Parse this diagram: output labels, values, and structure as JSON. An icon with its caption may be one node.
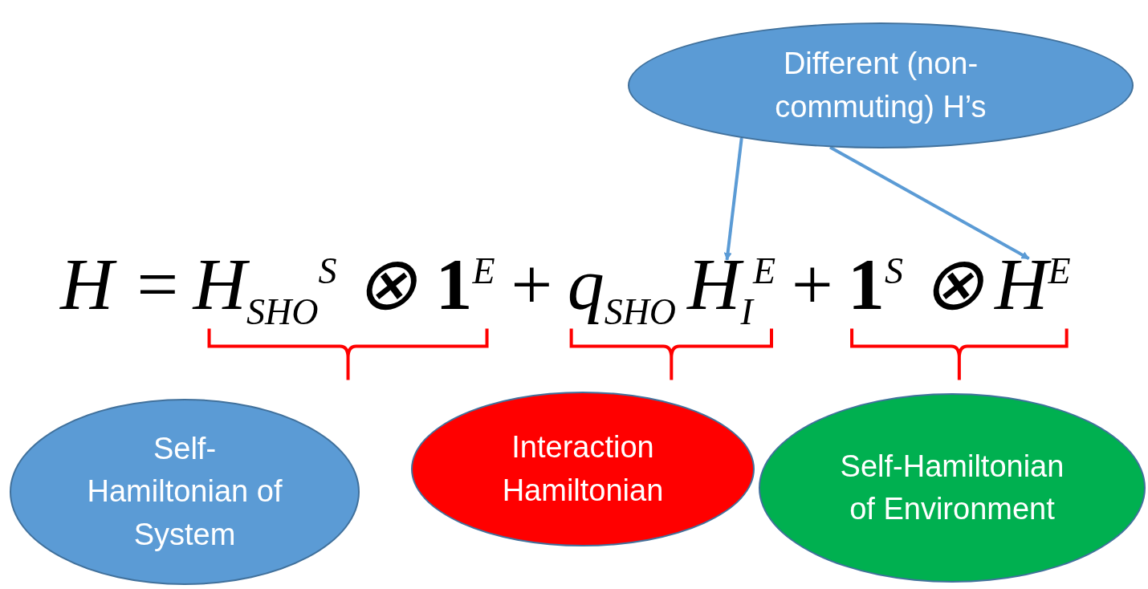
{
  "diagram": {
    "nodes": [
      {
        "text": [
          "Different (non-commuting) H’s"
        ]
      },
      {
        "text": [
          "H$_{I}$$^{E}$"
        ]
      },
      {
        "text": [
          "H$^{E}$"
        ]
      },
      {
        "text": [
          "Self-Hamiltonian of System"
        ]
      },
      {
        "text": [
          "Interaction Hamiltonian"
        ]
      },
      {
        "text": [
          "Self-Hamiltonian of Environment"
        ]
      }
    ],
    "edges": [
      {
        "from": 0,
        "to": 1,
        "arrow": "to"
      },
      {
        "from": 0,
        "to": 2,
        "arrow": "to"
      }
    ],
    "labels": [
      "H =",
      "H$_{SHO}$$^{S}$ ⊗ **1**$^{E}$",
      "+",
      "q$_{SHO}$",
      "+",
      "**1**$^{S}$ ⊗"
    ]
  }
}
